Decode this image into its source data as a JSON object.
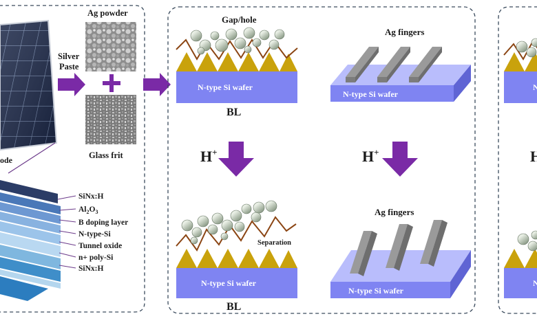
{
  "left_panel": {
    "partial_label": "ode",
    "silver_paste_line1": "Silver",
    "silver_paste_line2": "Paste",
    "ag_powder_label": "Ag powder",
    "glass_frit_label": "Glass frit",
    "layers": {
      "sinx_top": "SiNx:H",
      "al2o3_main": "Al",
      "al2o3_sub1": "2",
      "al2o3_mid": "O",
      "al2o3_sub2": "3",
      "b_doping": "B doping layer",
      "n_type_si": "N-type-Si",
      "tunnel_oxide": "Tunnel oxide",
      "n_poly_si": "n+ poly-Si",
      "sinx_bottom": "SiNx:H"
    }
  },
  "middle_panel": {
    "gap_hole_label": "Gap/hole",
    "wafer_top_left": "N-type Si wafer",
    "bl_top": "BL",
    "ag_fingers_top": "Ag fingers",
    "wafer_top_right": "N-type Si wafer",
    "h_plus_left": "H",
    "h_plus_right": "H",
    "plus_sup": "+",
    "separation_label": "Separation",
    "wafer_bottom_left": "N-type Si wafer",
    "bl_bottom": "BL",
    "ag_fingers_bottom": "Ag fingers",
    "wafer_bottom_right": "N-type Si wafer"
  },
  "right_panel": {
    "partial_h": "H",
    "partial_wafer_top": "N",
    "partial_wafer_bottom": "N"
  },
  "colors": {
    "wafer_blue": "#7f84f2",
    "wafer_top_face": "#b9bdfc",
    "pyramid_gold": "#c9a20c",
    "arrow_purple": "#7a2aa6",
    "brown_line": "#8b4513",
    "dash_border": "#3a4a5c",
    "ag_finger_gray": "#8c8c8c",
    "particle_gray": "#a8b3a3"
  },
  "icons": [
    "solar-panel-icon",
    "ag-powder-micrograph",
    "glass-frit-micrograph",
    "process-arrow-icon"
  ]
}
